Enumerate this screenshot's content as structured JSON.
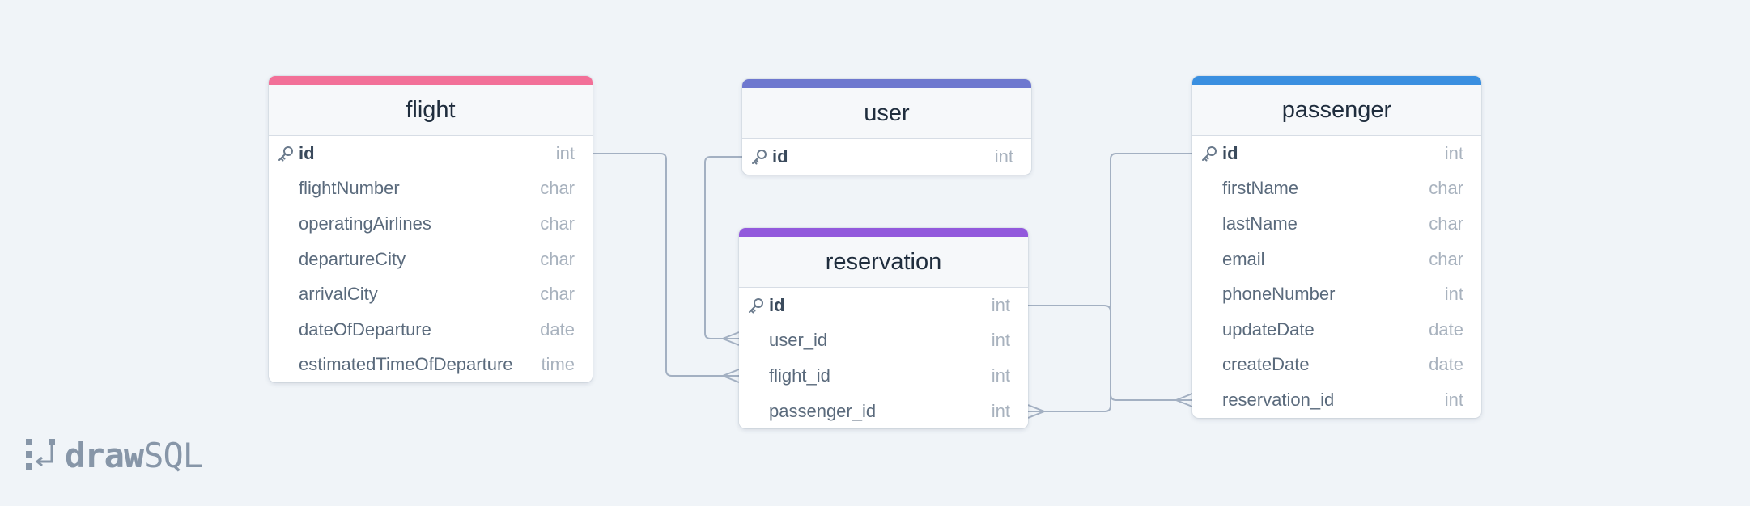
{
  "brand": {
    "word_bold": "draw",
    "word_light": "SQL",
    "color": "#8796a8"
  },
  "line_color": "#a3b0c2",
  "tables": {
    "flight": {
      "name": "flight",
      "accent": "#f27098",
      "columns": [
        {
          "name": "id",
          "type": "int",
          "pk": true
        },
        {
          "name": "flightNumber",
          "type": "char",
          "pk": false
        },
        {
          "name": "operatingAirlines",
          "type": "char",
          "pk": false
        },
        {
          "name": "departureCity",
          "type": "char",
          "pk": false
        },
        {
          "name": "arrivalCity",
          "type": "char",
          "pk": false
        },
        {
          "name": "dateOfDeparture",
          "type": "date",
          "pk": false
        },
        {
          "name": "estimatedTimeOfDeparture",
          "type": "time",
          "pk": false
        }
      ]
    },
    "user": {
      "name": "user",
      "accent": "#6e78cf",
      "columns": [
        {
          "name": "id",
          "type": "int",
          "pk": true
        }
      ]
    },
    "reservation": {
      "name": "reservation",
      "accent": "#9259dc",
      "columns": [
        {
          "name": "id",
          "type": "int",
          "pk": true
        },
        {
          "name": "user_id",
          "type": "int",
          "pk": false
        },
        {
          "name": "flight_id",
          "type": "int",
          "pk": false
        },
        {
          "name": "passenger_id",
          "type": "int",
          "pk": false
        }
      ]
    },
    "passenger": {
      "name": "passenger",
      "accent": "#3a8fe0",
      "columns": [
        {
          "name": "id",
          "type": "int",
          "pk": true
        },
        {
          "name": "firstName",
          "type": "char",
          "pk": false
        },
        {
          "name": "lastName",
          "type": "char",
          "pk": false
        },
        {
          "name": "email",
          "type": "char",
          "pk": false
        },
        {
          "name": "phoneNumber",
          "type": "int",
          "pk": false
        },
        {
          "name": "updateDate",
          "type": "date",
          "pk": false
        },
        {
          "name": "createDate",
          "type": "date",
          "pk": false
        },
        {
          "name": "reservation_id",
          "type": "int",
          "pk": false
        }
      ]
    }
  },
  "relationships": [
    {
      "from": "user.id",
      "to": "reservation.user_id",
      "cardinality": "one-to-many"
    },
    {
      "from": "flight.id",
      "to": "reservation.flight_id",
      "cardinality": "one-to-many"
    },
    {
      "from": "passenger.id",
      "to": "reservation.passenger_id",
      "cardinality": "one-to-many"
    },
    {
      "from": "reservation.id",
      "to": "passenger.reservation_id",
      "cardinality": "one-to-many"
    }
  ]
}
